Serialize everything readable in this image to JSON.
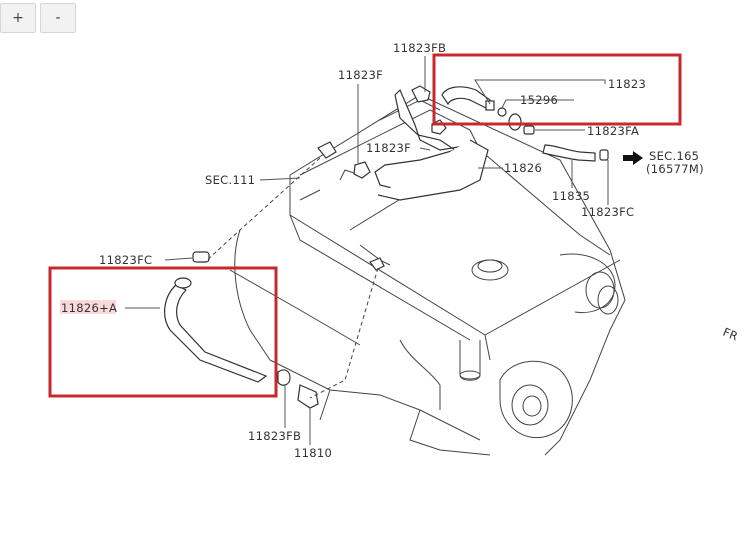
{
  "toolbar": {
    "zoom_in": "+",
    "zoom_out": "-"
  },
  "labels": {
    "l_11823fb_top": "11823FB",
    "l_11823f_left": "11823F",
    "l_11823": "11823",
    "l_15296": "15296",
    "l_11823fa": "11823FA",
    "l_11823f_mid": "11823F",
    "l_11826": "11826",
    "l_sec111": "SEC.111",
    "l_sec165": "SEC.165",
    "l_16577m": "(16577M)",
    "l_11835": "11835",
    "l_11823fc_right": "11823FC",
    "l_11823fc_left": "11823FC",
    "l_11826a": "11826+A",
    "l_11823fb_bot": "11823FB",
    "l_11810": "11810",
    "l_fr": "FR"
  },
  "colors": {
    "highlight": "#c8282c",
    "line": "#444444"
  }
}
